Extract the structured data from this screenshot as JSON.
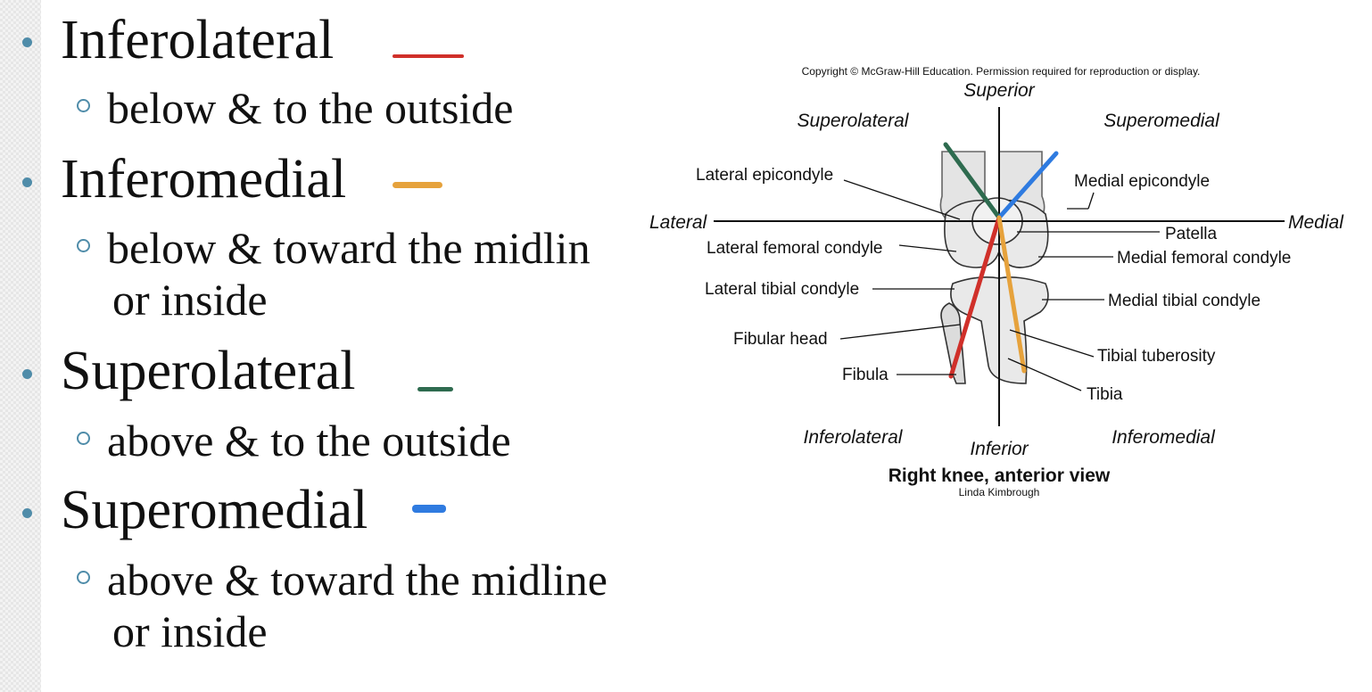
{
  "bullets": [
    {
      "term": "Inferolateral",
      "description": "below & to the outside",
      "swatch_color": "#d0302a"
    },
    {
      "term": "Inferomedial",
      "description": "below & toward the midlin",
      "description2": "or inside",
      "swatch_color": "#e6a23c"
    },
    {
      "term": "Superolateral",
      "description": "above & to the outside",
      "swatch_color": "#2e6b4f"
    },
    {
      "term": "Superomedial",
      "description": "above & toward the midline",
      "description2": "or inside",
      "swatch_color": "#2f7be0"
    }
  ],
  "figure": {
    "copyright": "Copyright © McGraw-Hill Education. Permission required for reproduction or display.",
    "directions": {
      "superior": "Superior",
      "inferior": "Inferior",
      "lateral": "Lateral",
      "medial": "Medial",
      "superolateral": "Superolateral",
      "superomedial": "Superomedial",
      "inferolateral": "Inferolateral",
      "inferomedial": "Inferomedial"
    },
    "labels": {
      "lateral_epicondyle": "Lateral epicondyle",
      "medial_epicondyle": "Medial epicondyle",
      "patella": "Patella",
      "lateral_femoral_condyle": "Lateral femoral condyle",
      "medial_femoral_condyle": "Medial femoral condyle",
      "lateral_tibial_condyle": "Lateral tibial condyle",
      "medial_tibial_condyle": "Medial tibial condyle",
      "fibular_head": "Fibular head",
      "tibial_tuberosity": "Tibial tuberosity",
      "fibula": "Fibula",
      "tibia": "Tibia"
    },
    "caption": "Right knee, anterior view",
    "credit": "Linda Kimbrough",
    "line_colors": {
      "superolateral": "#2e6b4f",
      "superomedial": "#2f7be0",
      "inferolateral": "#d0302a",
      "inferomedial": "#e6a23c"
    }
  }
}
